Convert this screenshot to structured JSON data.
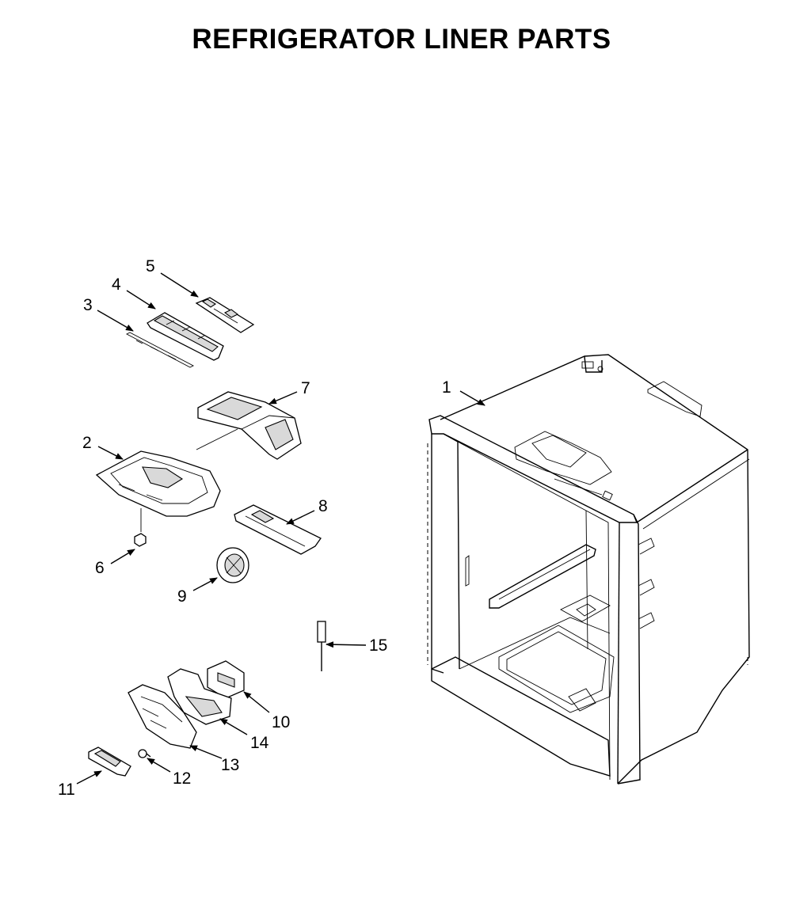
{
  "title": "REFRIGERATOR LINER PARTS",
  "callouts": [
    "1",
    "2",
    "3",
    "4",
    "5",
    "6",
    "7",
    "8",
    "9",
    "10",
    "11",
    "12",
    "13",
    "14",
    "15"
  ]
}
